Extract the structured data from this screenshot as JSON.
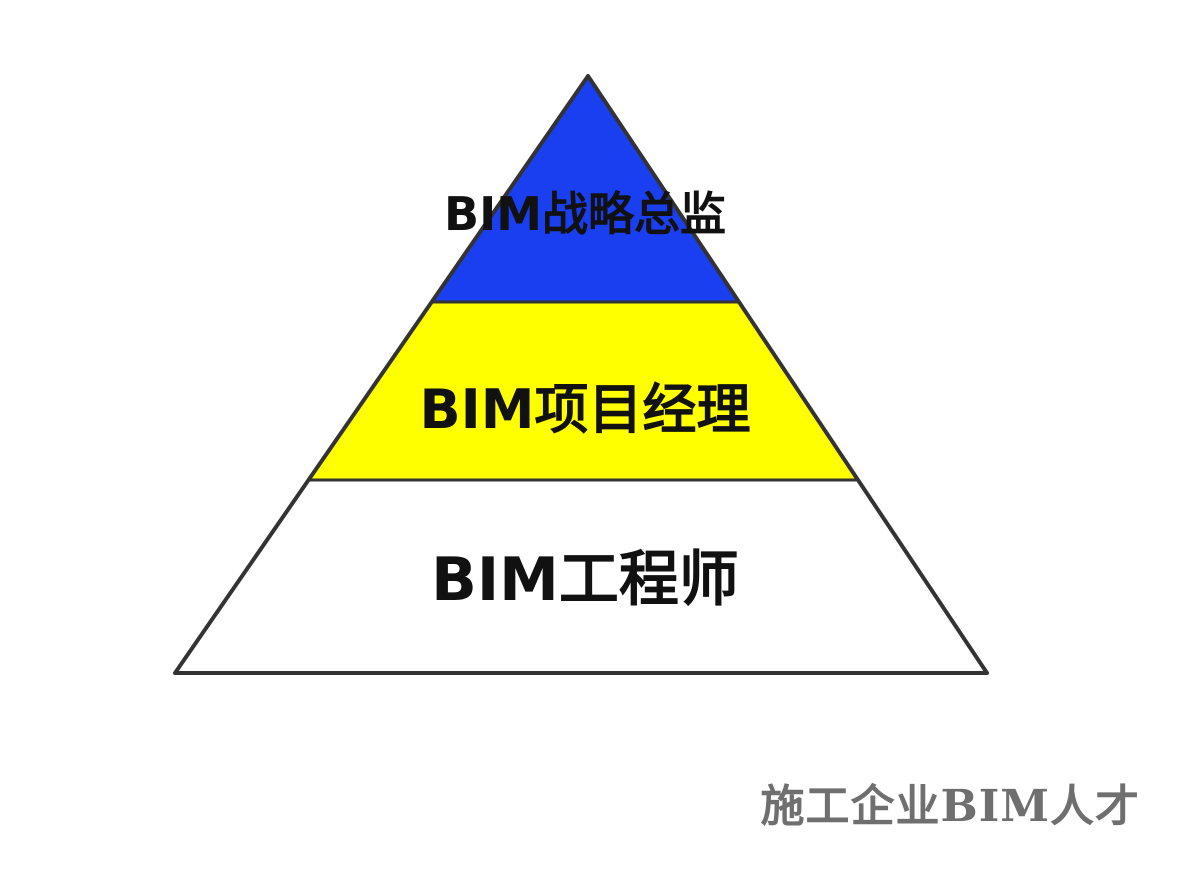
{
  "diagram": {
    "tiers": [
      {
        "label": "BIM战略总监",
        "fill": "#1a3ff0"
      },
      {
        "label": "BIM项目经理",
        "fill": "#ffff00"
      },
      {
        "label": "BIM工程师",
        "fill": "#ffffff"
      }
    ],
    "outline_color": "#333333"
  },
  "caption": "施工企业BIM人才"
}
